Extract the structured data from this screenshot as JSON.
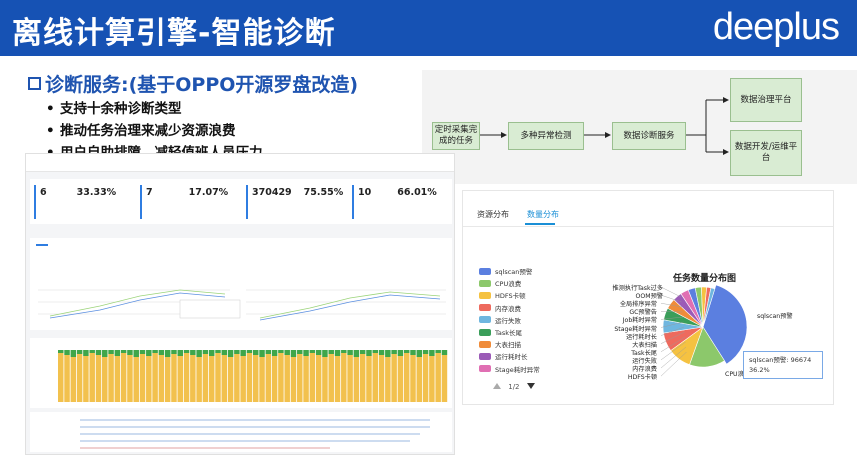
{
  "slide": {
    "title": "离线计算引擎-智能诊断",
    "logo": "deeplus",
    "heading": "诊断服务:(基于OPPO开源罗盘改造)",
    "bullets": [
      "支持十余种诊断类型",
      "推动任务治理来减少资源浪费",
      "用户自助排障，减轻值班人员压力"
    ]
  },
  "flow": {
    "nodes": {
      "collect": "定时采集完成的任务",
      "detect": "多种异常检测",
      "service": "数据诊断服务",
      "governance": "数据治理平台",
      "devops": "数据开发/运维平台"
    }
  },
  "dashboard": {
    "kpis": [
      {
        "value": "6",
        "pct": "33.33%"
      },
      {
        "value": "7",
        "pct": "17.07%"
      },
      {
        "value": "370429",
        "pct": "75.55%"
      },
      {
        "value": "10",
        "pct": "66.01%"
      }
    ]
  },
  "pie": {
    "tabs": {
      "resource": "资源分布",
      "task": "数量分布"
    },
    "title": "任务数量分布图",
    "legend": [
      {
        "label": "sqlscan预警",
        "color": "#5b7fe0"
      },
      {
        "label": "CPU浪费",
        "color": "#8cc86b"
      },
      {
        "label": "HDFS卡顿",
        "color": "#f5c241"
      },
      {
        "label": "内存浪费",
        "color": "#ee6a5e"
      },
      {
        "label": "运行失败",
        "color": "#6fb6df"
      },
      {
        "label": "Task长尾",
        "color": "#3a9e5a"
      },
      {
        "label": "大表扫描",
        "color": "#f08c3a"
      },
      {
        "label": "运行耗时长",
        "color": "#9b5bb7"
      },
      {
        "label": "Stage耗时异常",
        "color": "#e06fb3"
      }
    ],
    "pager": "1/2",
    "slice_labels": [
      "推测执行Task过多",
      "OOM预警",
      "全局排序异常",
      "GC预警告",
      "Job耗时异常",
      "Stage耗时异常",
      "运行耗时长",
      "大表扫描",
      "Task长尾",
      "运行失败",
      "内存浪费",
      "HDFS卡顿",
      "CPU浪费",
      "sqlscan预警"
    ],
    "tooltip": {
      "line1": "sqlscan预警: 96674",
      "line2": "36.2%"
    },
    "shares": [
      36.2,
      14.5,
      9.5,
      7.6,
      5.3,
      4.9,
      4.2,
      3.7,
      3.3,
      2.9,
      2.5,
      2.1,
      1.7,
      1.6
    ]
  }
}
